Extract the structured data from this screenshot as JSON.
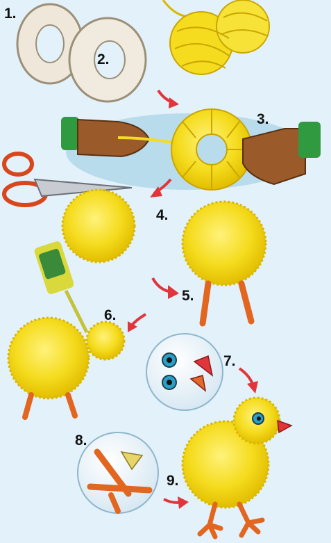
{
  "steps": [
    {
      "label": "1.",
      "icon": "cardboard-ring-icon"
    },
    {
      "label": "2.",
      "icon": "cardboard-ring-icon"
    },
    {
      "label": "3.",
      "icon": "wrapping-yarn-icon"
    },
    {
      "label": "4.",
      "icon": "pompom-icon"
    },
    {
      "label": "5.",
      "icon": "pompom-with-legs-icon"
    },
    {
      "label": "6.",
      "icon": "glue-head-icon"
    },
    {
      "label": "7.",
      "icon": "eyes-and-beak-icon"
    },
    {
      "label": "8.",
      "icon": "feet-detail-icon"
    },
    {
      "label": "9.",
      "icon": "finished-chick-icon"
    }
  ],
  "colors": {
    "background": "#e3f1fb",
    "yarn": "#f5dc1e",
    "yarn_shadow": "#d9b800",
    "arrow": "#e0353b",
    "legs": "#e2661f",
    "skin": "#9a5a2a",
    "cuff": "#2f9a3f",
    "scissors": "#d8461c",
    "cardboard": "#efe8da"
  }
}
